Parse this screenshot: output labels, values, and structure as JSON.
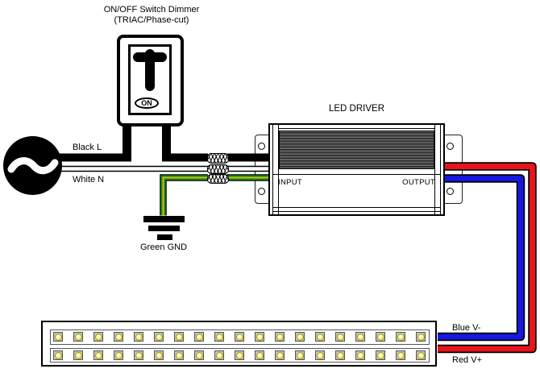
{
  "dimmer": {
    "label_line1": "ON/OFF Switch Dimmer",
    "label_line2": "(TRIAC/Phase-cut)",
    "state_label": "ON"
  },
  "driver": {
    "title": "LED DRIVER",
    "input_label": "INPUT",
    "output_label": "OUTPUT"
  },
  "wire_labels": {
    "line": "Black L",
    "neutral": "White N",
    "ground": "Green GND",
    "v_minus": "Blue V-",
    "v_plus": "Red V+"
  },
  "led_strip": {
    "rows": 2,
    "leds_per_row": 19
  },
  "colors": {
    "wire-red": "#e8141c",
    "wire-blue": "#1717e2",
    "wire-green": "#1f8b24",
    "wire-stripe": "#d8c100",
    "led-yellow": "#e8dd55"
  }
}
